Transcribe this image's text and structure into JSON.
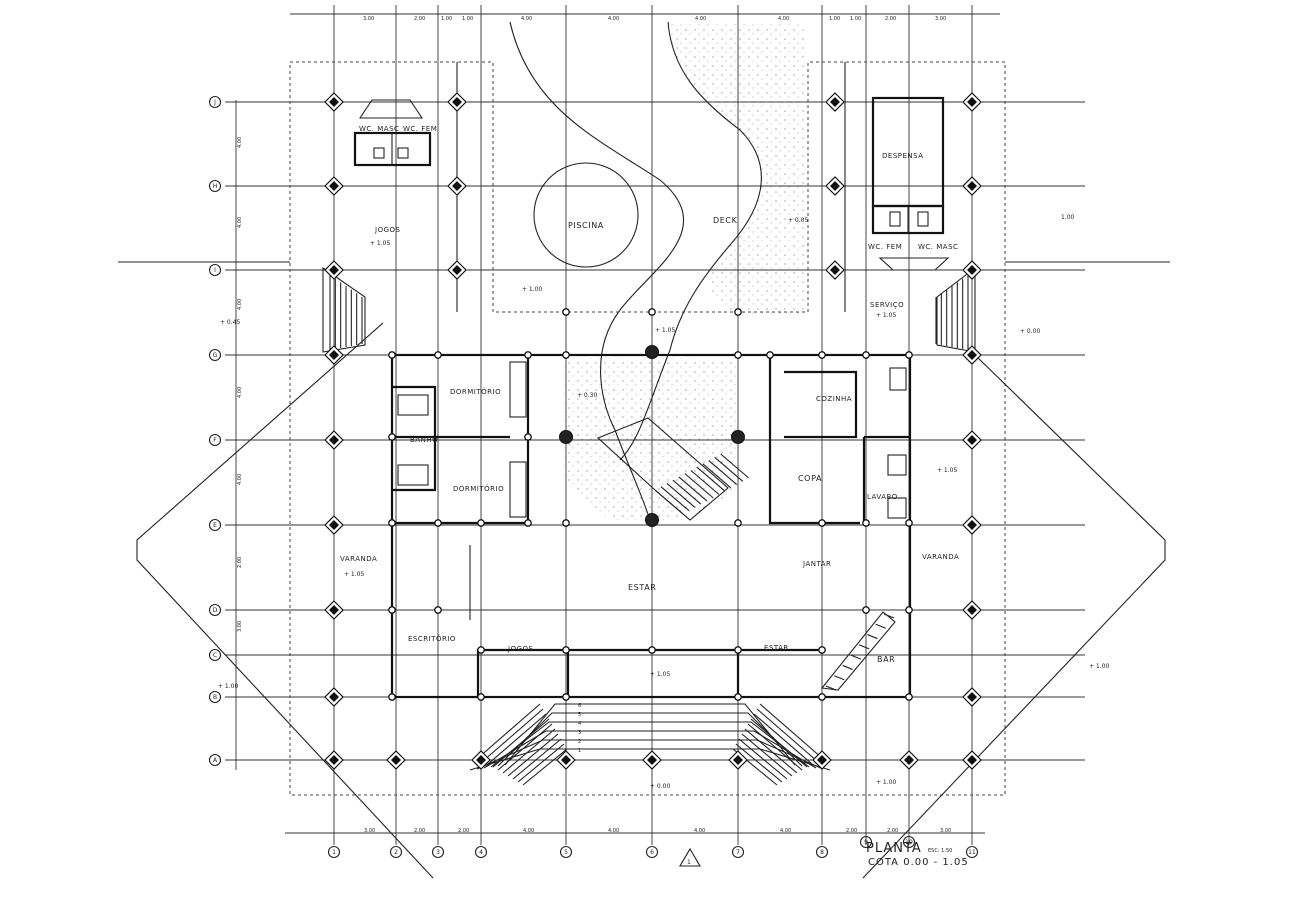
{
  "rooms": {
    "wc_masc_left": "WC. MASC",
    "wc_fem_left": "WC. FEM",
    "jogos_top": "JOGOS",
    "piscina": "PISCINA",
    "deck": "DECK",
    "despensa": "DESPENSA",
    "wc_fem_right": "WC. FEM",
    "wc_masc_right": "WC. MASC",
    "servico": "SERVIÇO",
    "dormitorio_1": "DORMITÓRIO",
    "banho": "BANHO",
    "dormitorio_2": "DORMITÓRIO",
    "cozinha": "COZINHA",
    "copa": "COPA",
    "lavabo": "LAVABO",
    "varanda_left": "VARANDA",
    "varanda_right": "VARANDA",
    "jantar": "JANTAR",
    "estar_main": "ESTAR",
    "escritorio": "ESCRITÓRIO",
    "jogos_bottom": "JOGOS",
    "estar_small": "ESTAR",
    "bar": "BAR"
  },
  "levels": {
    "l_jogos": "+ 1.05",
    "l_pool": "+ 1.00",
    "l_deck": "+ 0.05",
    "l_right_far": "1.00",
    "l_left_edge": "+ 0.45",
    "l_servico": "+ 1.05",
    "l_patio": "+ 1.05",
    "l_right_edge": "+ 0.00",
    "l_atrium": "+ 0.30",
    "l_lavabo": "+ 1.05",
    "l_varanda": "+ 1.05",
    "l_estar": "+ 1.05",
    "l_bar_right": "+ 1.00",
    "l_front": "+ 0.00",
    "l_front_right": "+ 1.00",
    "l_left_low": "+ 1.00"
  },
  "dimensions": {
    "top": [
      "3.00",
      "2.00",
      "1.00",
      "1.00",
      "4.00",
      "4.00",
      "4.00",
      "4.00",
      "1.00",
      "1.00",
      "2.00",
      "3.00"
    ],
    "bottom": [
      "3.00",
      "2.00",
      "2.00",
      "4.00",
      "4.00",
      "4.00",
      "4.00",
      "2.00",
      "2.00",
      "3.00"
    ],
    "left": [
      "4.00",
      "4.00",
      "4.00",
      "4.00",
      "4.00",
      "2.00",
      "3.00"
    ]
  },
  "axes": {
    "columns": [
      "1",
      "2",
      "3",
      "4",
      "5",
      "6",
      "7",
      "8",
      "9",
      "10",
      "11"
    ],
    "rows": [
      "J",
      "H",
      "I",
      "G",
      "F",
      "E",
      "D",
      "C",
      "B",
      "A"
    ]
  },
  "stair_steps": [
    "6",
    "5",
    "4",
    "3",
    "2",
    "1"
  ],
  "north": "1",
  "title": {
    "name": "PLANTA",
    "scale": "ESC: 1:50",
    "level": "COTA 0.00 - 1.05"
  }
}
